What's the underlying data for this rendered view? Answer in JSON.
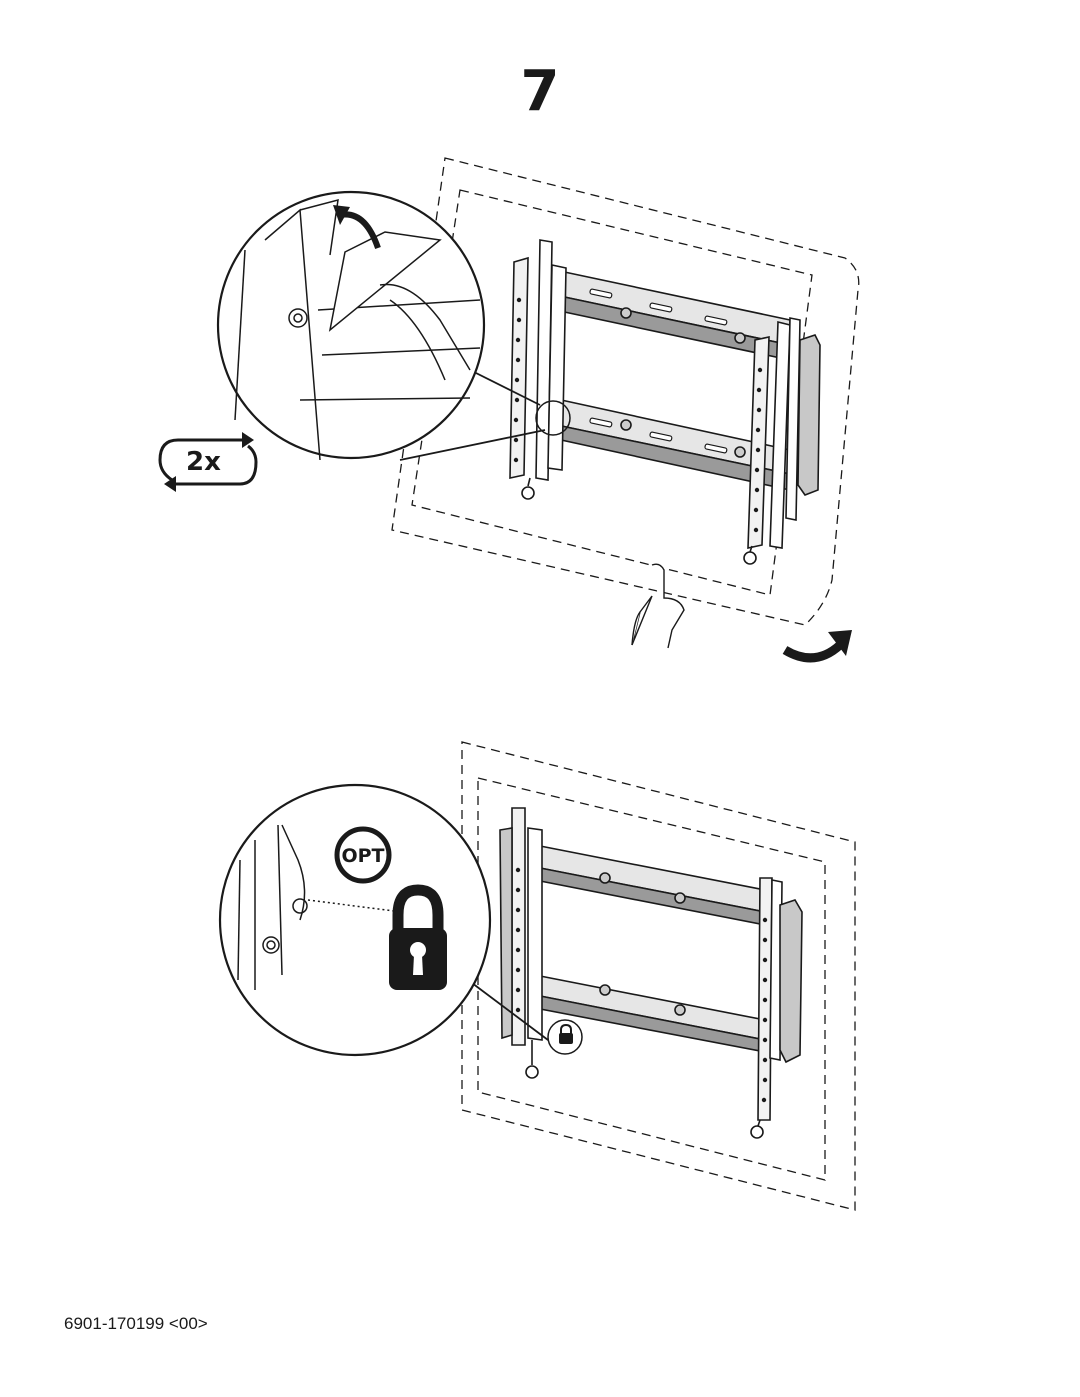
{
  "step": {
    "number": "7"
  },
  "callouts": {
    "repeat_label": "2x",
    "optional_label": "OPT"
  },
  "icons": {
    "repeat": "repeat-2x-icon",
    "rotate": "rotate-arrow-icon",
    "lock": "padlock-icon",
    "hand": "pointing-hand-icon"
  },
  "footer": {
    "doc_code": "6901-170199 <00>"
  },
  "colors": {
    "line": "#1a1a1a",
    "fill": "#ffffff"
  }
}
